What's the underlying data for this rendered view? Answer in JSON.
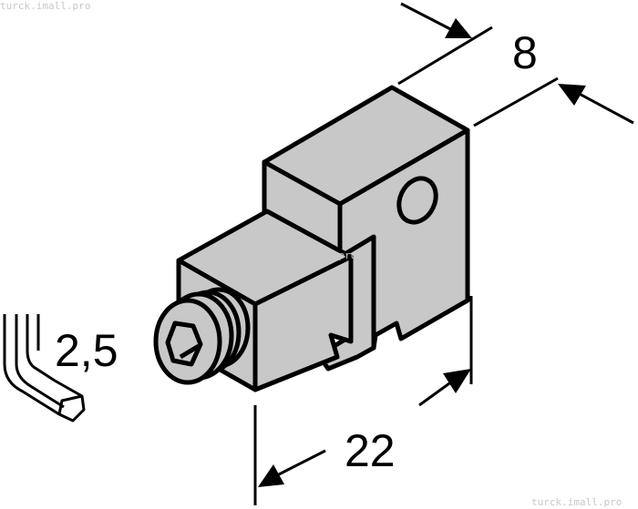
{
  "watermark": "turck.imall.pro",
  "dimensions": {
    "depth": "8",
    "width": "22",
    "hex_key": "2,5"
  },
  "colors": {
    "body_fill": "#c8c8c8",
    "outline": "#000000"
  }
}
